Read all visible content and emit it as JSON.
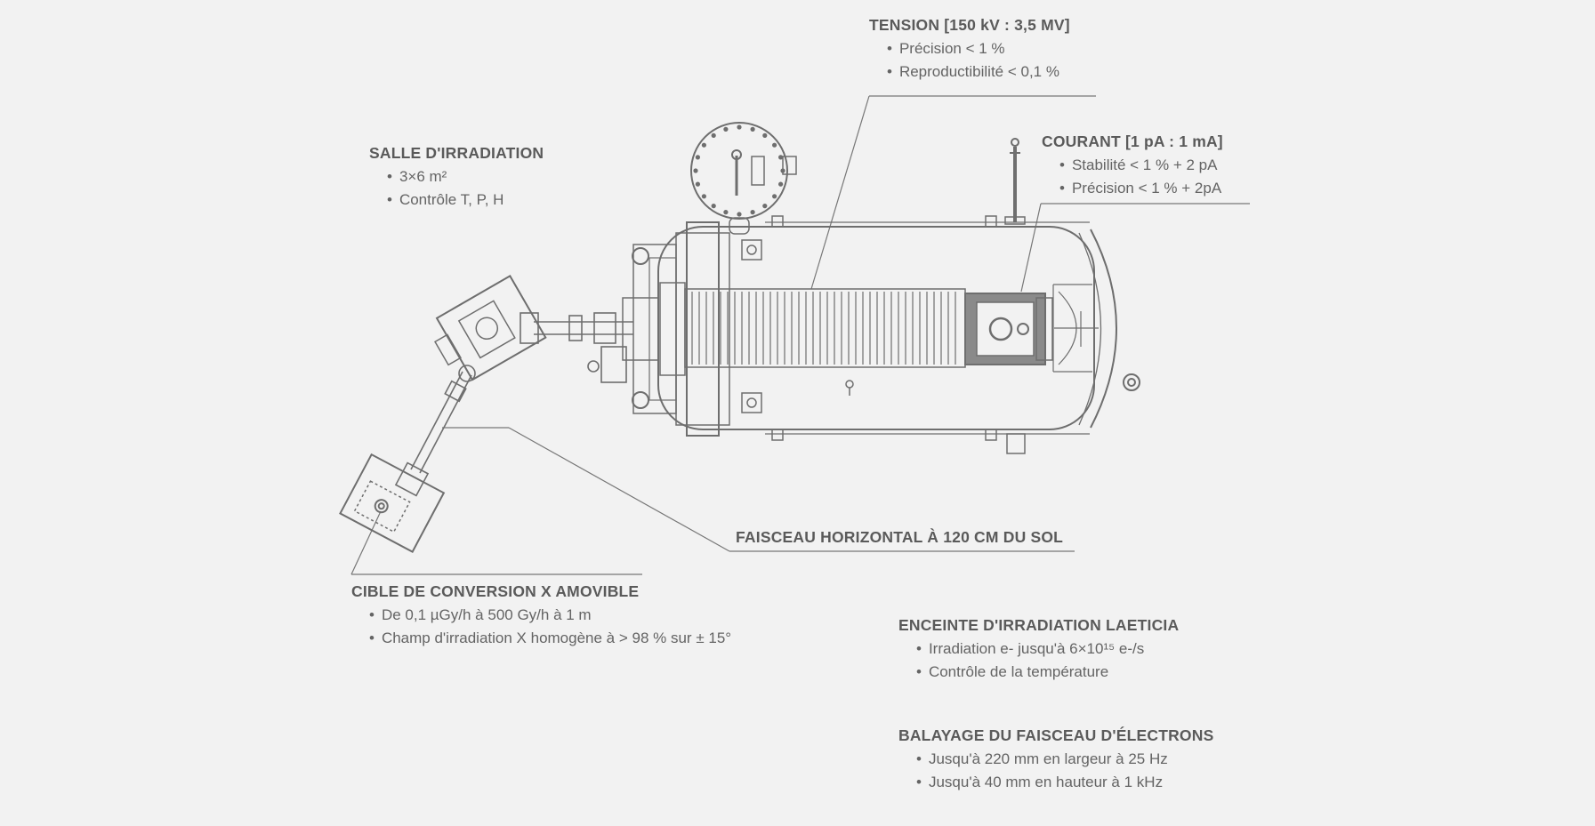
{
  "labels": {
    "tension": {
      "title": "TENSION [150 kV : 3,5 MV]",
      "items": [
        "Précision < 1 %",
        "Reproductibilité < 0,1 %"
      ]
    },
    "courant": {
      "title": "COURANT [1 pA : 1 mA]",
      "items": [
        "Stabilité < 1 % + 2 pA",
        "Précision < 1 % + 2pA"
      ]
    },
    "salle": {
      "title": "SALLE D'IRRADIATION",
      "items": [
        "3×6 m²",
        "Contrôle T, P, H"
      ]
    },
    "faisceau": {
      "title": "FAISCEAU HORIZONTAL À 120 CM DU SOL"
    },
    "cible": {
      "title": "CIBLE DE CONVERSION X AMOVIBLE",
      "items": [
        "De 0,1 µGy/h à 500 Gy/h à 1 m",
        "Champ d'irradiation X homogène à > 98 % sur ± 15°"
      ]
    },
    "enceinte": {
      "title": "ENCEINTE D'IRRADIATION LAETICIA",
      "items": [
        "Irradiation e- jusqu'à 6×10¹⁵ e-/s",
        "Contrôle de la température"
      ]
    },
    "balayage": {
      "title": "BALAYAGE DU FAISCEAU D'ÉLECTRONS",
      "items": [
        "Jusqu'à 220 mm en largeur à 25 Hz",
        "Jusqu'à 40 mm en hauteur à 1 kHz"
      ]
    }
  },
  "colors": {
    "background": "#f2f2f2",
    "line": "#6e6e6e",
    "text": "#5f5f5f"
  }
}
